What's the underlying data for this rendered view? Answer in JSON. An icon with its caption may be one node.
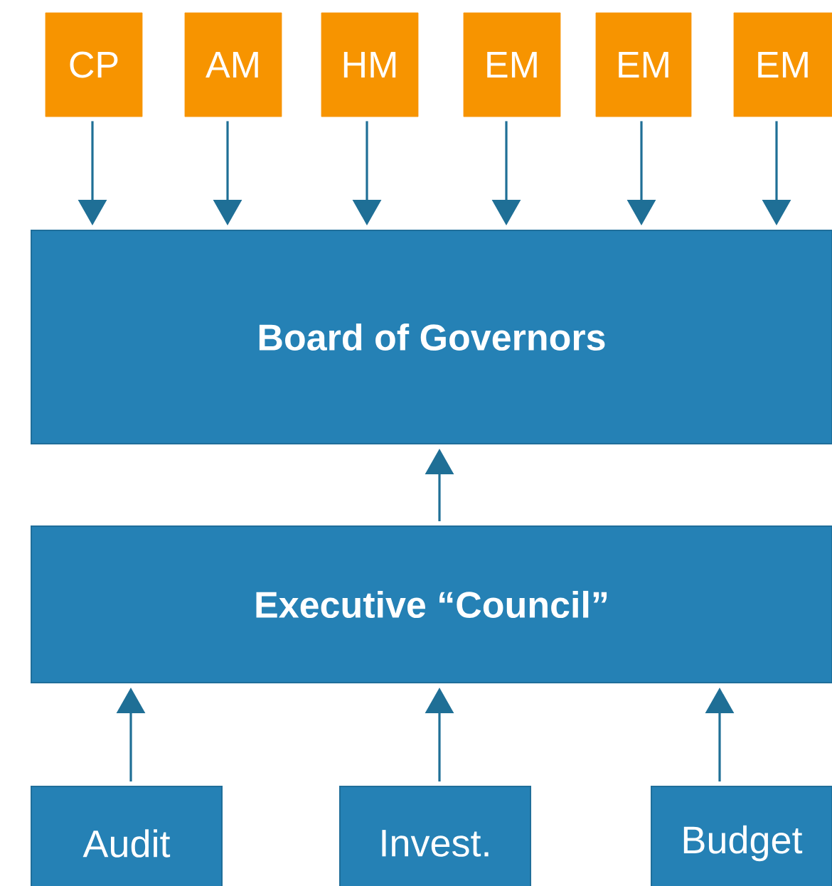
{
  "diagram": {
    "nodes": [
      {
        "text": [
          "CP"
        ]
      },
      {
        "text": [
          "AM"
        ]
      },
      {
        "text": [
          "HM"
        ]
      },
      {
        "text": [
          "EM"
        ]
      },
      {
        "text": [
          "EM"
        ]
      },
      {
        "text": [
          "EM"
        ]
      },
      {
        "text": [
          "Board of Governors"
        ]
      },
      {
        "text": [
          "Executive “Council”"
        ]
      },
      {
        "text": [
          "Audit"
        ]
      },
      {
        "text": [
          "Invest."
        ]
      },
      {
        "text": [
          "Budget"
        ]
      }
    ],
    "edges": [
      {
        "from": 0,
        "to": 6,
        "arrow": "to"
      },
      {
        "from": 1,
        "to": 6,
        "arrow": "to"
      },
      {
        "from": 2,
        "to": 6,
        "arrow": "to"
      },
      {
        "from": 3,
        "to": 6,
        "arrow": "to"
      },
      {
        "from": 4,
        "to": 6,
        "arrow": "to"
      },
      {
        "from": 5,
        "to": 6,
        "arrow": "to"
      },
      {
        "from": 7,
        "to": 6,
        "arrow": "to"
      },
      {
        "from": 8,
        "to": 7,
        "arrow": "to"
      },
      {
        "from": 9,
        "to": 7,
        "arrow": "to"
      },
      {
        "from": 10,
        "to": 7,
        "arrow": "to"
      }
    ]
  }
}
